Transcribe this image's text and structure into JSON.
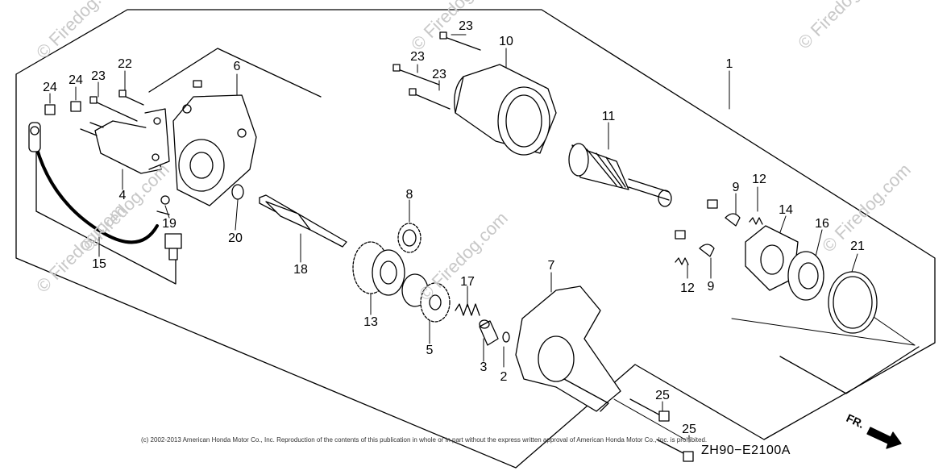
{
  "watermarks": [
    "© Firedog.com",
    "© Firedog.com",
    "© Firedog.com",
    "© Firedog.com",
    "© Firedog.com",
    "© Firedog.com",
    "© Firedog.com"
  ],
  "callouts": [
    "1",
    "2",
    "3",
    "4",
    "5",
    "6",
    "7",
    "8",
    "9",
    "9",
    "10",
    "11",
    "12",
    "12",
    "13",
    "14",
    "15",
    "16",
    "17",
    "18",
    "19",
    "20",
    "21",
    "22",
    "23",
    "23",
    "23",
    "23",
    "24",
    "24",
    "25",
    "25"
  ],
  "copyright": "(c) 2002-2013 American Honda Motor Co., Inc. Reproduction of the contents of this publication in whole or in part without the express written approval of American Honda Motor Co., Inc. is prohibited.",
  "diagram_code": "ZH90−E2100A",
  "direction_label": "FR.",
  "colors": {
    "line": "#000000",
    "fill": "#ffffff",
    "watermark": "#c8c8c8"
  }
}
